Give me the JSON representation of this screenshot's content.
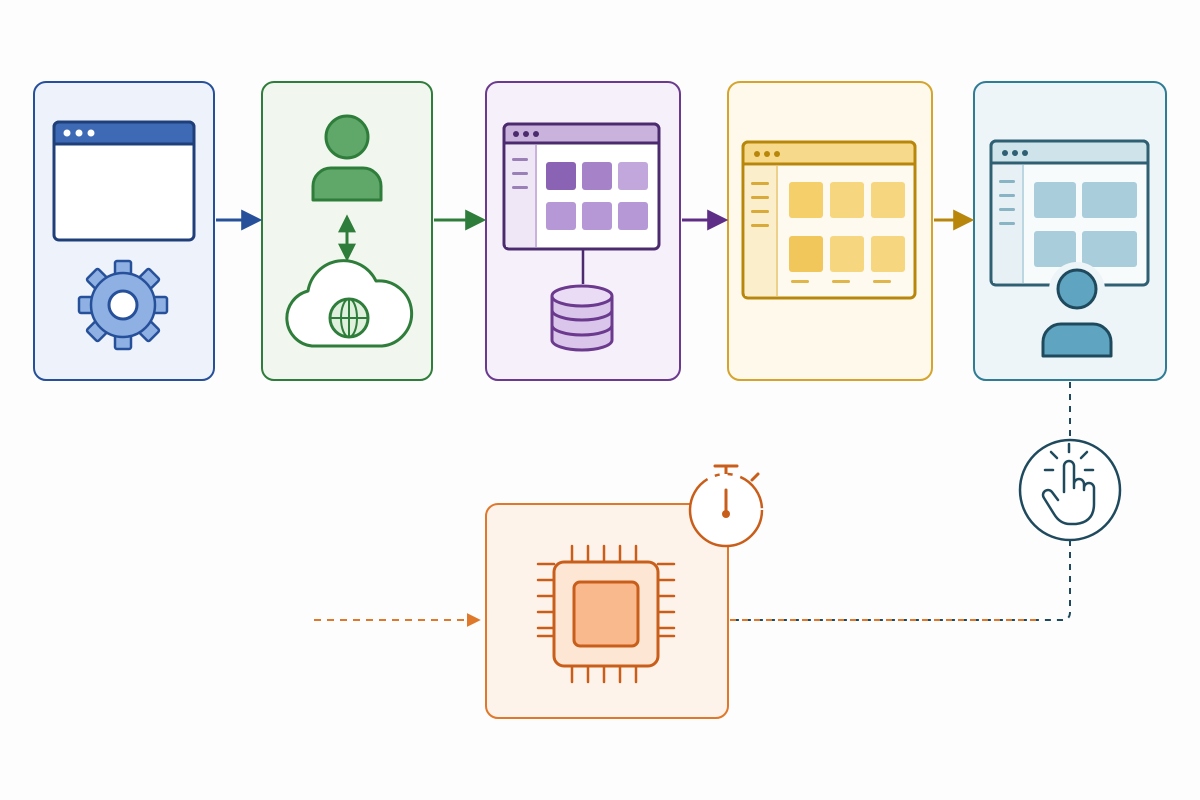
{
  "diagram": {
    "stages": [
      {
        "id": "configure",
        "icons": [
          "browser-window-icon",
          "gear-icon"
        ],
        "color": "#27509a",
        "fill": "#eef3fb"
      },
      {
        "id": "connect",
        "icons": [
          "user-icon",
          "bidirectional-arrow-icon",
          "cloud-globe-icon"
        ],
        "color": "#2f7d3a",
        "fill": "#f1f7ef"
      },
      {
        "id": "store",
        "icons": [
          "app-window-icon",
          "database-icon"
        ],
        "color": "#6b3a8e",
        "fill": "#f5f0f9"
      },
      {
        "id": "present",
        "icons": [
          "dashboard-window-icon"
        ],
        "color": "#d4a42c",
        "fill": "#fef9ea"
      },
      {
        "id": "interact",
        "icons": [
          "dashboard-window-icon",
          "user-icon"
        ],
        "color": "#2f7c95",
        "fill": "#eef5f8"
      }
    ],
    "action_node": {
      "icon": "pointer-click-icon",
      "color": "#1f4a5e"
    },
    "process_node": {
      "icons": [
        "processor-chip-icon",
        "stopwatch-icon"
      ],
      "color": "#e0782c",
      "fill": "#fef3ea"
    },
    "connectors": [
      {
        "from": "configure",
        "to": "connect",
        "style": "solid",
        "color": "#27509a"
      },
      {
        "from": "connect",
        "to": "store",
        "style": "solid",
        "color": "#2f7d3a"
      },
      {
        "from": "store",
        "to": "present",
        "style": "solid",
        "color": "#6b3a8e"
      },
      {
        "from": "present",
        "to": "interact",
        "style": "solid",
        "color": "#b8860b"
      },
      {
        "from": "interact",
        "to": "action_node",
        "style": "dashed",
        "color": "#1f4a5e"
      },
      {
        "from": "action_node",
        "to": "process_node",
        "style": "dashed",
        "color": "#1f4a5e"
      },
      {
        "from": "external",
        "to": "process_node",
        "style": "dashed",
        "color": "#e0782c"
      }
    ]
  }
}
